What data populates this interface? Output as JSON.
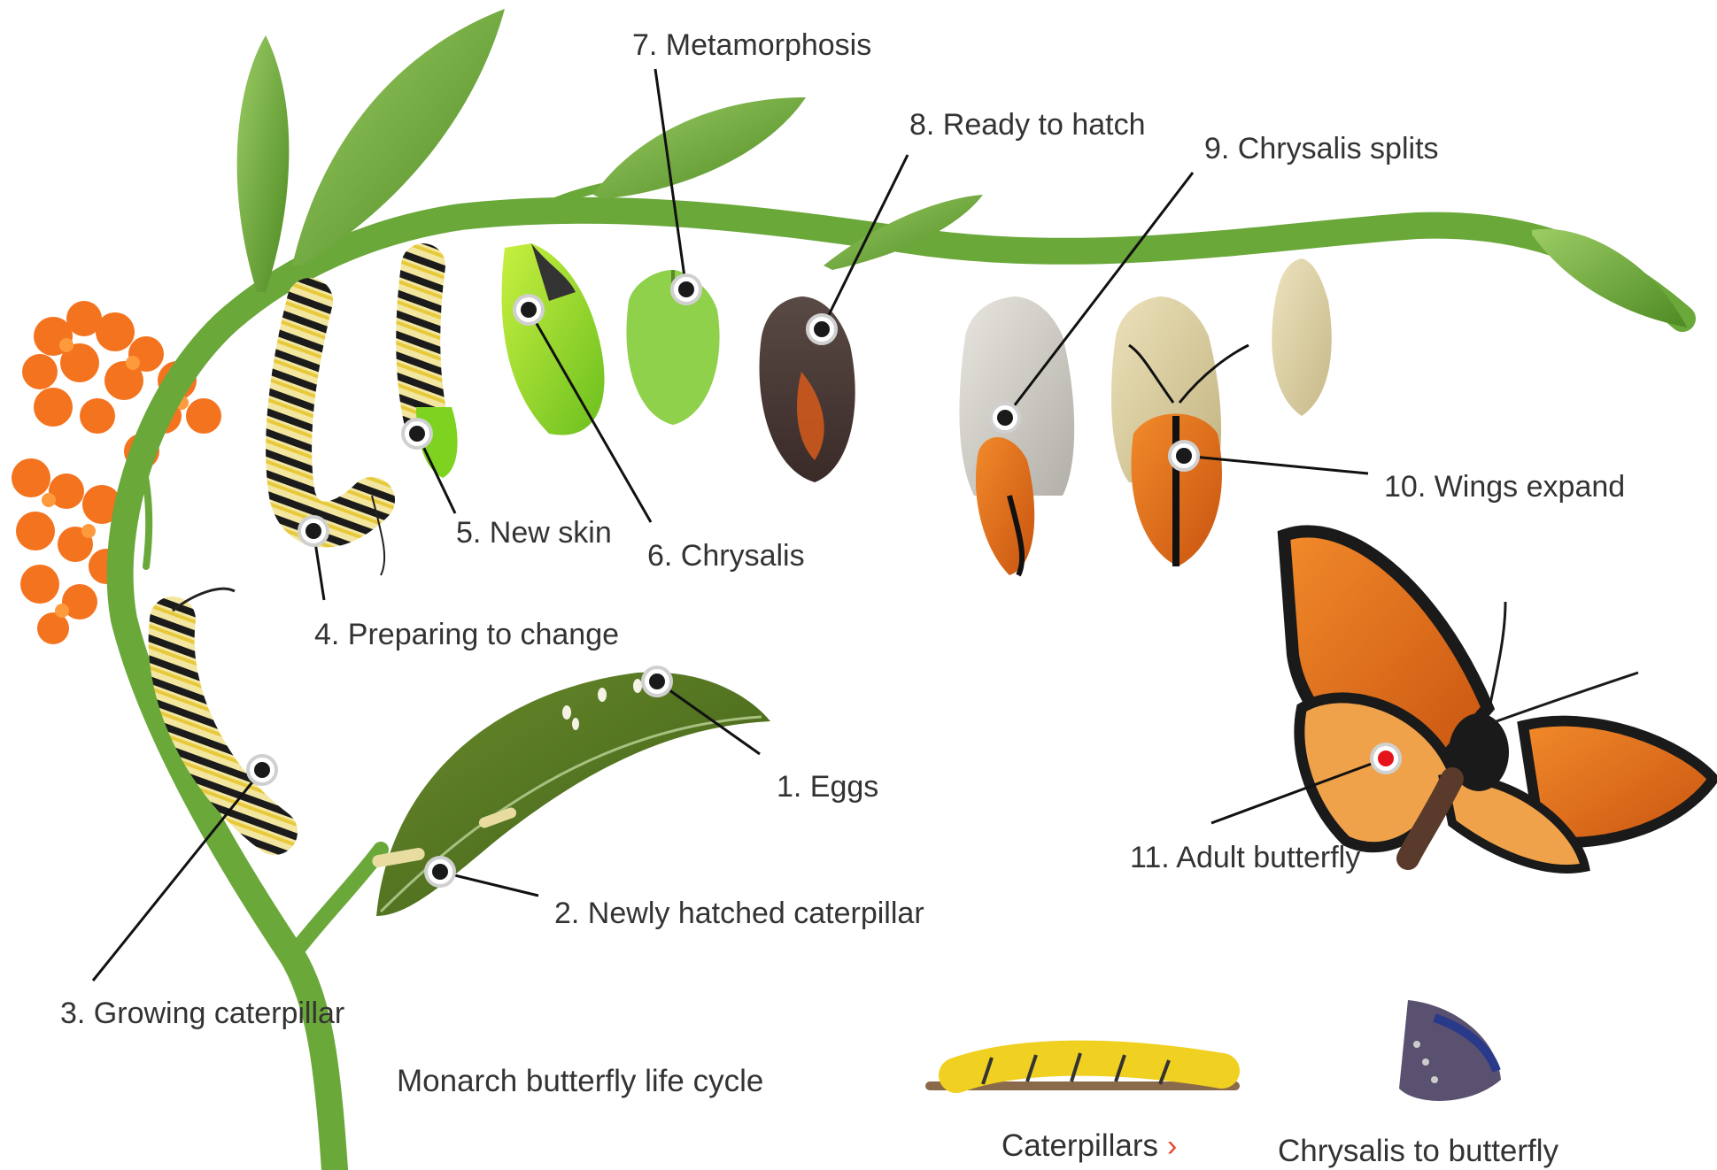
{
  "title": "Monarch butterfly life cycle",
  "stages": [
    {
      "id": 1,
      "label": "1. Eggs"
    },
    {
      "id": 2,
      "label": "2. Newly hatched caterpillar"
    },
    {
      "id": 3,
      "label": "3. Growing caterpillar"
    },
    {
      "id": 4,
      "label": "4. Preparing to change"
    },
    {
      "id": 5,
      "label": "5. New skin"
    },
    {
      "id": 6,
      "label": "6. Chrysalis"
    },
    {
      "id": 7,
      "label": "7. Metamorphosis"
    },
    {
      "id": 8,
      "label": "8. Ready to hatch"
    },
    {
      "id": 9,
      "label": "9. Chrysalis splits"
    },
    {
      "id": 10,
      "label": "10. Wings expand"
    },
    {
      "id": 11,
      "label": "11. Adult butterfly",
      "selected": true
    }
  ],
  "related": {
    "caterpillars": {
      "label": "Caterpillars",
      "chevron": "›"
    },
    "chrysalis_to_butterfly": {
      "label": "Chrysalis to butterfly"
    }
  },
  "colors": {
    "stem": "#6aa83a",
    "leaf": "#7cb342",
    "flower": "#f4731f",
    "hotspot": "#1a1a1a",
    "hotspot_selected": "#e5141b",
    "monarch_orange": "#e8701a",
    "chevron": "#e8452c"
  }
}
